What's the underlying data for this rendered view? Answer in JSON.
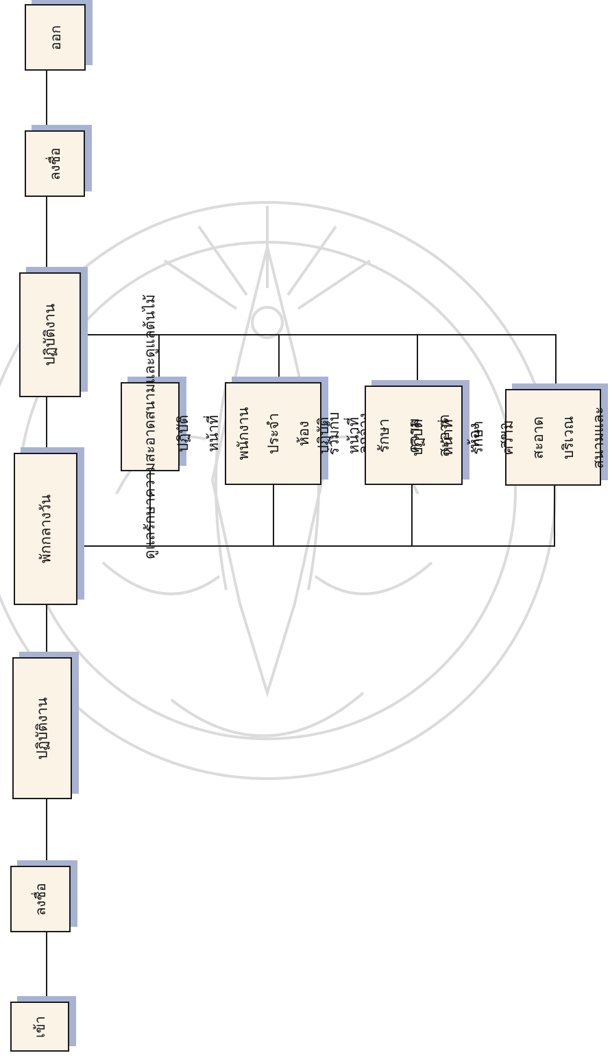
{
  "flowchart": {
    "main_steps": [
      {
        "id": "exit",
        "label": "ออก"
      },
      {
        "id": "sign_out",
        "label": "ลงชื่อ"
      },
      {
        "id": "work_afternoon",
        "label": "ปฏิบัติงาน"
      },
      {
        "id": "lunch_break",
        "label": "พักกลางวัน"
      },
      {
        "id": "work_morning",
        "label": "ปฏิบัติงาน"
      },
      {
        "id": "sign_in",
        "label": "ลงชื่อ"
      },
      {
        "id": "enter",
        "label": "เข้า"
      }
    ],
    "tasks": [
      {
        "lines": [
          "ดูแลรักษาความสะอาดสนามและดูแลต้นไม้"
        ]
      },
      {
        "lines": [
          "ปฏิบัติหน้าที่พนักงานประจำห้อง",
          "ร่วมกับลูกจ้าง"
        ]
      },
      {
        "lines": [
          "ปฏิบัติหน้าที่รักษาความสะอาดห้อง",
          "สุขา"
        ]
      },
      {
        "lines": [
          "ปฏิบัติหน้าที่รักษาความสะอาดบริเวณ",
          "สนามและบริเวณภายในพิพิธภัณฑ์"
        ]
      }
    ]
  },
  "colors": {
    "box_fill": "#fbf3e6",
    "box_shadow": "#a8b3d3",
    "line": "#1a1a1a",
    "watermark": "#cfcfcf"
  }
}
